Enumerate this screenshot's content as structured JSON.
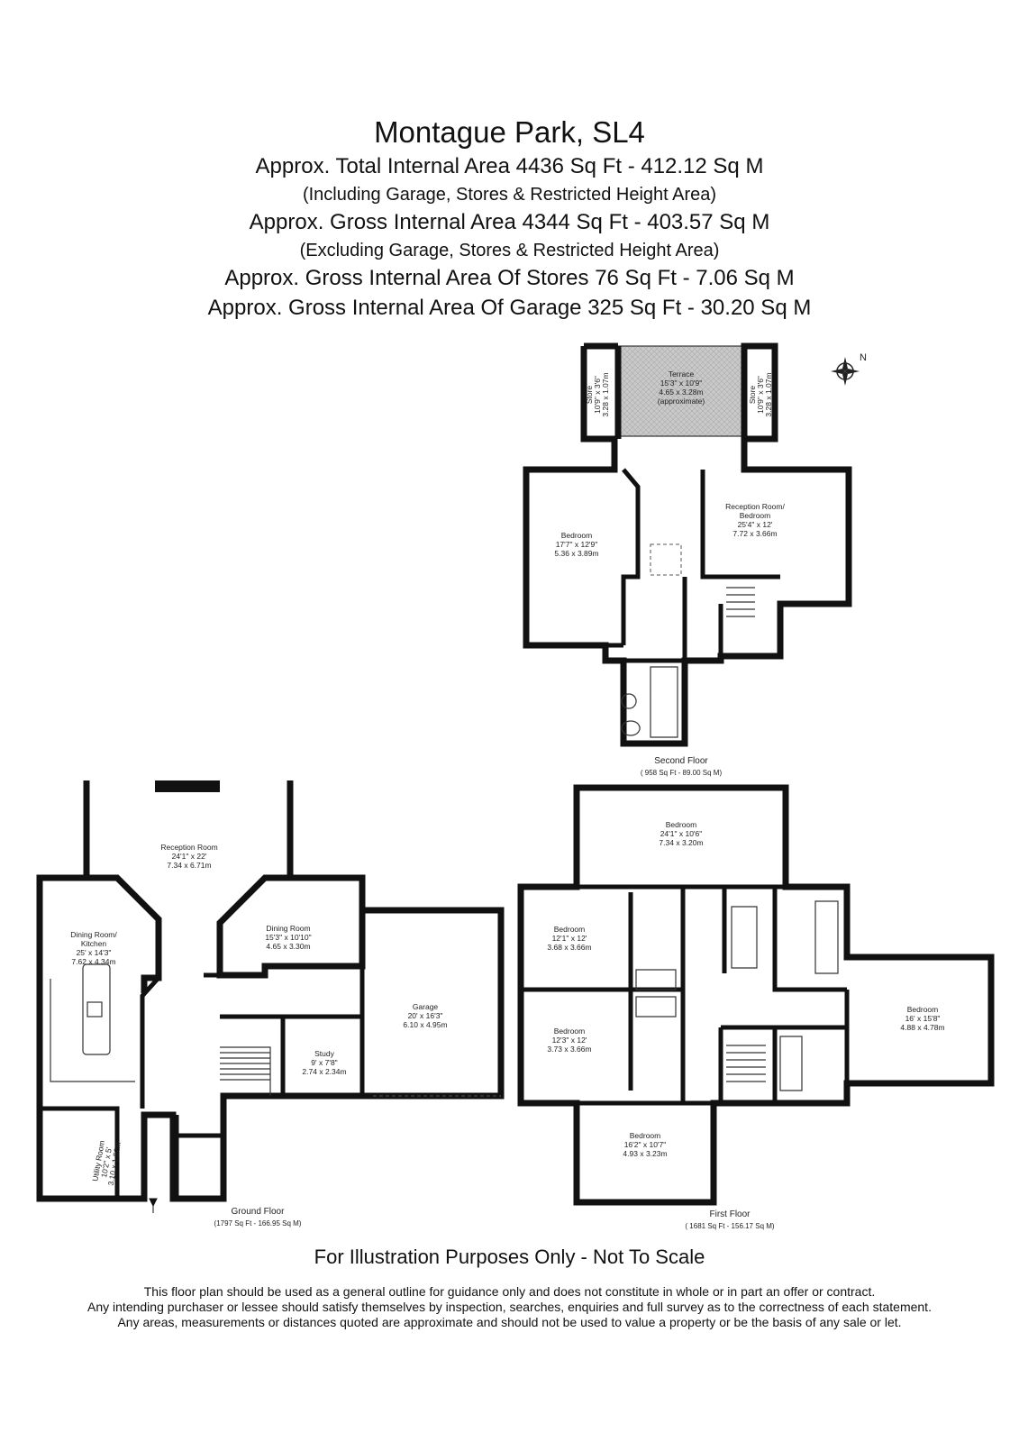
{
  "header": {
    "title": "Montague Park, SL4",
    "line1": "Approx. Total Internal Area   4436 Sq Ft  -  412.12 Sq M",
    "line2": "(Including Garage, Stores &  Restricted Height Area)",
    "line3": "Approx. Gross Internal Area   4344 Sq Ft  -  403.57 Sq M",
    "line4": "(Excluding Garage, Stores &  Restricted Height Area)",
    "line5": "Approx. Gross Internal Area Of Stores 76 Sq Ft  -  7.06 Sq M",
    "line6": "Approx. Gross Internal Area Of Garage  325 Sq Ft  -  30.20 Sq M"
  },
  "compass": {
    "label": "N"
  },
  "second_floor": {
    "name": "Second Floor",
    "area": "( 958 Sq Ft  -  89.00 Sq M)",
    "rooms": {
      "store_left": [
        "Store",
        "10'9\" x 3'6\"",
        "3.28 x 1.07m"
      ],
      "store_right": [
        "Store",
        "10'9\" x 3'6\"",
        "3.28 x 1.07m"
      ],
      "terrace": [
        "Terrace",
        "15'3\" x 10'9\"",
        "4.65 x 3.28m",
        "(approximate)"
      ],
      "bedroom": [
        "Bedroom",
        "17'7\" x 12'9\"",
        "5.36 x 3.89m"
      ],
      "reception": [
        "Reception Room/",
        "Bedroom",
        "25'4\" x 12'",
        "7.72 x 3.66m"
      ]
    }
  },
  "ground_floor": {
    "name": "Ground Floor",
    "area": "(1797 Sq Ft  -  166.95 Sq M)",
    "rooms": {
      "reception": [
        "Reception Room",
        "24'1\" x 22'",
        "7.34 x 6.71m"
      ],
      "dining_kitchen": [
        "Dining Room/",
        "Kitchen",
        "25' x 14'3\"",
        "7.62 x 4.34m"
      ],
      "dining": [
        "Dining Room",
        "15'3\" x 10'10\"",
        "4.65 x 3.30m"
      ],
      "garage": [
        "Garage",
        "20' x 16'3\"",
        "6.10 x 4.95m"
      ],
      "study": [
        "Study",
        "9' x 7'8\"",
        "2.74 x 2.34m"
      ],
      "utility": [
        "Utility Room",
        "10'2\" x 5'",
        "3.10 x 1.52m"
      ]
    }
  },
  "first_floor": {
    "name": "First Floor",
    "area": "( 1681 Sq Ft  -  156.17 Sq M)",
    "rooms": {
      "bed_top": [
        "Bedroom",
        "24'1\" x 10'6\"",
        "7.34 x 3.20m"
      ],
      "bed_left1": [
        "Bedroom",
        "12'1\" x 12'",
        "3.68 x 3.66m"
      ],
      "bed_left2": [
        "Bedroom",
        "12'3\" x 12'",
        "3.73 x 3.66m"
      ],
      "bed_bottom": [
        "Bedroom",
        "16'2\" x 10'7\"",
        "4.93 x 3.23m"
      ],
      "bed_right": [
        "Bedroom",
        "16' x 15'8\"",
        "4.88 x 4.78m"
      ]
    }
  },
  "footer": {
    "main": "For Illustration Purposes Only - Not To Scale",
    "disclaimer1": "This floor plan should be used as a general outline for guidance only and does not constitute in whole or in part an offer or contract.",
    "disclaimer2": "Any intending purchaser or lessee should satisfy themselves by inspection, searches, enquiries and full survey as to the correctness of each statement.",
    "disclaimer3": "Any areas, measurements or distances quoted are approximate and should not be used to value a property or be the basis of any sale or let."
  }
}
